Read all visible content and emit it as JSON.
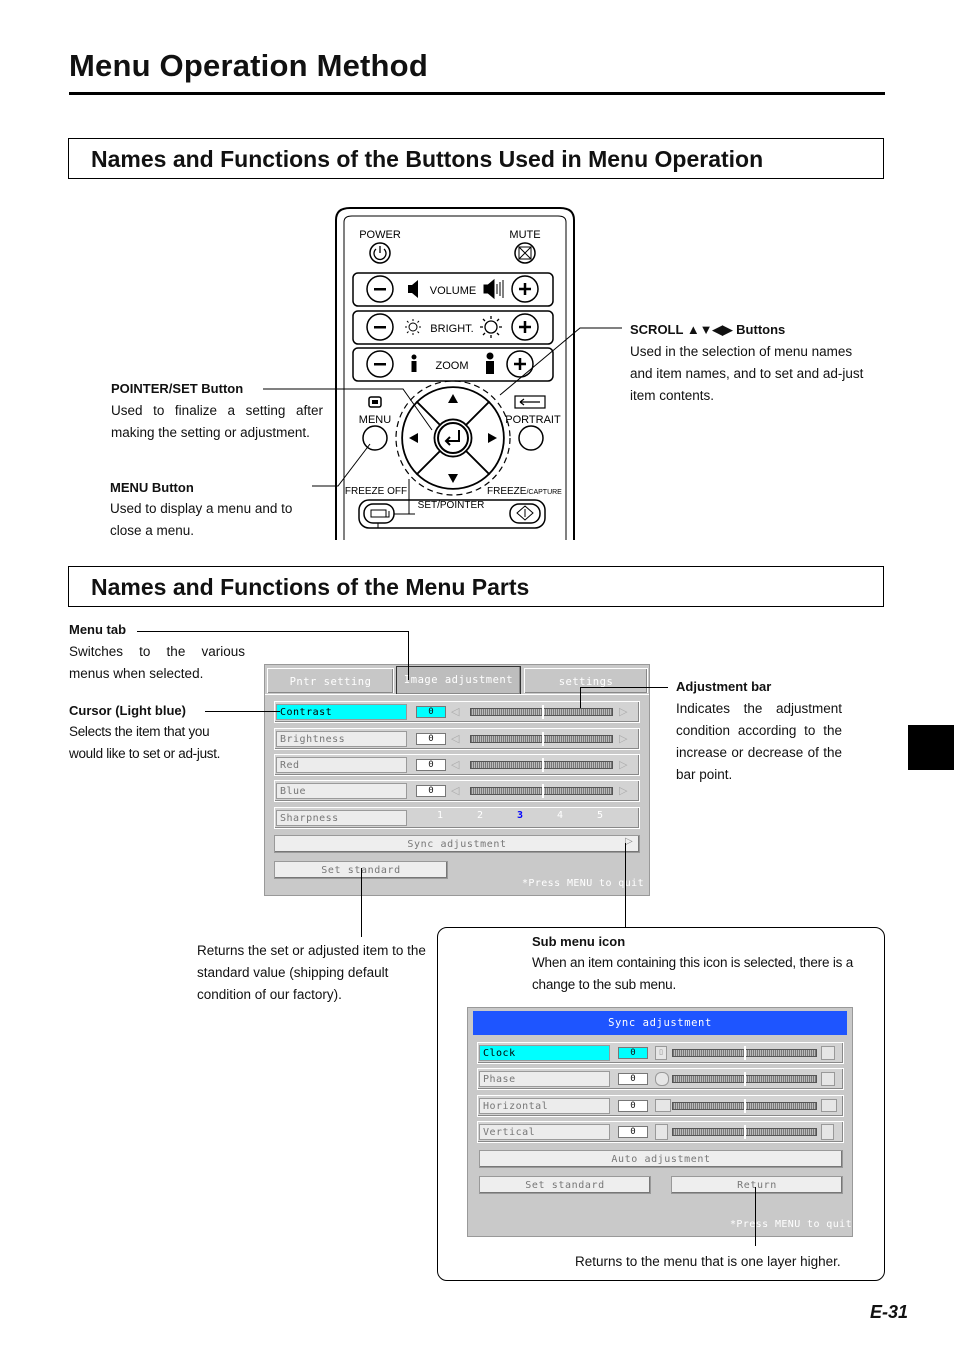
{
  "page_title": "Menu Operation Method",
  "section1_title": "Names and Functions of the Buttons Used in Menu Operation",
  "section2_title": "Names and Functions of the Menu Parts",
  "remote": {
    "power": "POWER",
    "mute": "MUTE",
    "volume": "VOLUME",
    "bright": "BRIGHT.",
    "zoom": "ZOOM",
    "menu": "MENU",
    "portrait": "PORTRAIT",
    "freeze_off": "FREEZE OFF",
    "freeze": "FREEZE",
    "capture": "/CAPTURE",
    "set_pointer": "SET/POINTER",
    "minus": "−",
    "plus": "+"
  },
  "callouts": {
    "pointer_set_label": "POINTER/SET Button",
    "pointer_set_text": "Used to finalize a setting after making the setting or adjustment.",
    "menu_button_label": "MENU Button",
    "menu_button_text": "Used to display a menu and to close a menu.",
    "scroll_label": "SCROLL ▲▼◀▶ Buttons",
    "scroll_text": "Used in the selection of menu names and item names, and to set and ad-just item contents.",
    "menu_tab_label": "Menu tab",
    "menu_tab_text": "Switches to the various menus when selected.",
    "cursor_label": "Cursor (Light blue)",
    "cursor_text": "Selects the item that you would like to set or ad-just.",
    "adj_bar_label": "Adjustment bar",
    "adj_bar_text": "Indicates the adjustment condition according to the increase or decrease of the bar point.",
    "set_standard_text": "Returns the set or adjusted item to the standard value (shipping default condition of our factory).",
    "sub_menu_label": "Sub menu icon",
    "sub_menu_text": "When an item containing this icon is selected, there is a change to the sub menu.",
    "return_text": "Returns to the menu that is one layer higher."
  },
  "menu1": {
    "tabs": [
      "Pntr setting",
      "Image adjustment",
      "settings"
    ],
    "items": [
      {
        "label": "Contrast",
        "value": "0"
      },
      {
        "label": "Brightness",
        "value": "0"
      },
      {
        "label": "Red",
        "value": "0"
      },
      {
        "label": "Blue",
        "value": "0"
      }
    ],
    "sharpness_label": "Sharpness",
    "sharpness_levels": [
      "1",
      "2",
      "3",
      "4",
      "5"
    ],
    "sharpness_selected": "3",
    "sync_button": "Sync adjustment",
    "set_standard_button": "Set standard",
    "quit_hint": "*Press MENU to quit"
  },
  "menu2": {
    "title": "Sync adjustment",
    "items": [
      {
        "label": "Clock",
        "value": "0"
      },
      {
        "label": "Phase",
        "value": "0"
      },
      {
        "label": "Horizontal",
        "value": "0"
      },
      {
        "label": "Vertical",
        "value": "0"
      }
    ],
    "auto_button": "Auto adjustment",
    "set_standard_button": "Set standard",
    "return_button": "Return",
    "quit_hint": "*Press MENU to quit"
  },
  "page_number": "E-31",
  "colors": {
    "cursor": "#00ffff",
    "sub_title_bar": "#1e55ff",
    "selected_level": "#0000ff"
  }
}
